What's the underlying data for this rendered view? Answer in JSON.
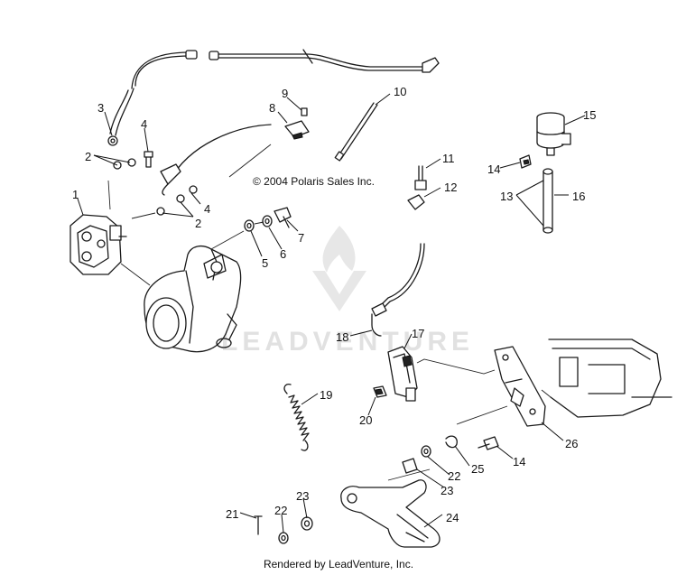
{
  "copyright": "© 2004 Polaris Sales Inc.",
  "watermark_text": "LEADVENTURE",
  "footer": "Rendered by LeadVenture, Inc.",
  "callouts": [
    {
      "id": "c1",
      "label": "1"
    },
    {
      "id": "c2a",
      "label": "2"
    },
    {
      "id": "c2b",
      "label": "2"
    },
    {
      "id": "c3",
      "label": "3"
    },
    {
      "id": "c4a",
      "label": "4"
    },
    {
      "id": "c4b",
      "label": "4"
    },
    {
      "id": "c5",
      "label": "5"
    },
    {
      "id": "c6",
      "label": "6"
    },
    {
      "id": "c7",
      "label": "7"
    },
    {
      "id": "c8",
      "label": "8"
    },
    {
      "id": "c9",
      "label": "9"
    },
    {
      "id": "c10",
      "label": "10"
    },
    {
      "id": "c11",
      "label": "11"
    },
    {
      "id": "c12",
      "label": "12"
    },
    {
      "id": "c13",
      "label": "13"
    },
    {
      "id": "c14a",
      "label": "14"
    },
    {
      "id": "c14b",
      "label": "14"
    },
    {
      "id": "c15",
      "label": "15"
    },
    {
      "id": "c16",
      "label": "16"
    },
    {
      "id": "c17",
      "label": "17"
    },
    {
      "id": "c18",
      "label": "18"
    },
    {
      "id": "c19",
      "label": "19"
    },
    {
      "id": "c20",
      "label": "20"
    },
    {
      "id": "c21",
      "label": "21"
    },
    {
      "id": "c22a",
      "label": "22"
    },
    {
      "id": "c22b",
      "label": "22"
    },
    {
      "id": "c23a",
      "label": "23"
    },
    {
      "id": "c23b",
      "label": "23"
    },
    {
      "id": "c24",
      "label": "24"
    },
    {
      "id": "c25",
      "label": "25"
    },
    {
      "id": "c26",
      "label": "26"
    }
  ]
}
